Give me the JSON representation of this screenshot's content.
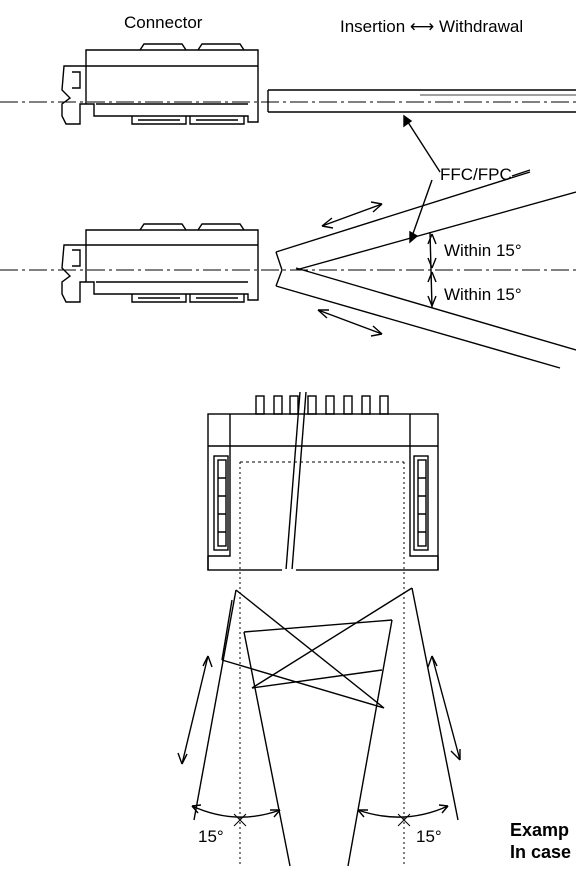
{
  "labels": {
    "connector": "Connector",
    "insertion_withdrawal": "Insertion ⟷ Withdrawal",
    "ffc_fpc": "FFC/FPC",
    "within_15_upper": "Within 15°",
    "within_15_lower": "Within 15°",
    "angle_left": "15°",
    "angle_right": "15°",
    "example_line1": "Examp",
    "example_line2": "In case"
  },
  "colors": {
    "line": "#000000",
    "background": "#ffffff"
  }
}
